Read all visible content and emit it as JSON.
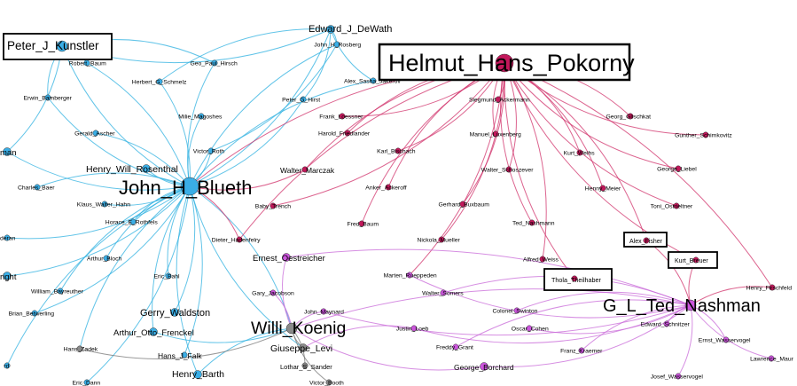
{
  "colors": {
    "blue": "#3aaee6",
    "red": "#c2185b",
    "purple": "#cc55dd",
    "gray": "#8a8a8a",
    "edge_blue": "#2eb0e0",
    "edge_red": "#d0306a",
    "edge_purple": "#c868d8",
    "edge_gray": "#777777"
  },
  "nodes": [
    {
      "id": "pjk",
      "label": "Peter_J_Kunstler",
      "group": "blue",
      "tier": "xl",
      "boxed": true
    },
    {
      "id": "rbaum",
      "label": "Robert_Baum",
      "group": "blue",
      "tier": "s"
    },
    {
      "id": "erwin",
      "label": "Erwin_Bamberger",
      "group": "blue",
      "tier": "s"
    },
    {
      "id": "gerald",
      "label": "Gerald_Ascher",
      "group": "blue",
      "tier": "s"
    },
    {
      "id": "man",
      "label": "man",
      "group": "blue",
      "tier": "m"
    },
    {
      "id": "charles",
      "label": "Charles_Baer",
      "group": "blue",
      "tier": "s"
    },
    {
      "id": "klaus",
      "label": "Klaus_Walter_Hahn",
      "group": "blue",
      "tier": "s"
    },
    {
      "id": "horace",
      "label": "Horace_E_Rothfels",
      "group": "blue",
      "tier": "s"
    },
    {
      "id": "deran",
      "label": "deran",
      "group": "blue",
      "tier": "s"
    },
    {
      "id": "arthurb",
      "label": "Arthur_Bloch",
      "group": "blue",
      "tier": "s"
    },
    {
      "id": "right",
      "label": "right",
      "group": "blue",
      "tier": "m"
    },
    {
      "id": "william",
      "label": "William_Bayreuther",
      "group": "blue",
      "tier": "s"
    },
    {
      "id": "brian",
      "label": "Brian_Betwerling",
      "group": "blue",
      "tier": "s"
    },
    {
      "id": "hanszadek",
      "label": "Hans_Zadek",
      "group": "gray",
      "tier": "s"
    },
    {
      "id": "rd",
      "label": "rd",
      "group": "blue",
      "tier": "s"
    },
    {
      "id": "eric",
      "label": "Eric_Dann",
      "group": "blue",
      "tier": "s"
    },
    {
      "id": "geopaul",
      "label": "Geo_Paul_Hirsch",
      "group": "blue",
      "tier": "s"
    },
    {
      "id": "herbert",
      "label": "Herbert_G_Schmelz",
      "group": "blue",
      "tier": "s"
    },
    {
      "id": "milie",
      "label": "Milie_Magoshes",
      "group": "blue",
      "tier": "s"
    },
    {
      "id": "victor",
      "label": "Victor_Roth",
      "group": "blue",
      "tier": "s"
    },
    {
      "id": "henry",
      "label": "Henry_Will_Rosenthal",
      "group": "blue",
      "tier": "m"
    },
    {
      "id": "jhb",
      "label": "John_H_Blueth",
      "group": "blue",
      "tier": "xxl"
    },
    {
      "id": "edward",
      "label": "Edward_J_DeWath",
      "group": "blue",
      "tier": "m"
    },
    {
      "id": "johnh",
      "label": "John_H_Rosberg",
      "group": "blue",
      "tier": "s"
    },
    {
      "id": "alex",
      "label": "Alex_Sasha_Jakerov",
      "group": "blue",
      "tier": "s"
    },
    {
      "id": "peterh",
      "label": "Peter_G_Hirst",
      "group": "blue",
      "tier": "s"
    },
    {
      "id": "frank",
      "label": "Frank_Loessner",
      "group": "red",
      "tier": "s"
    },
    {
      "id": "harold",
      "label": "Harold_Friedlander",
      "group": "red",
      "tier": "s"
    },
    {
      "id": "karl",
      "label": "Karl_Bischach",
      "group": "red",
      "tier": "s"
    },
    {
      "id": "walter",
      "label": "Walter_Marczak",
      "group": "red",
      "tier": "s"
    },
    {
      "id": "baby",
      "label": "Baby_Trench",
      "group": "red",
      "tier": "s"
    },
    {
      "id": "dieter",
      "label": "Dieter_Hadenfelry",
      "group": "red",
      "tier": "s"
    },
    {
      "id": "ernest",
      "label": "Ernest_Oestreicher",
      "group": "purple",
      "tier": "m"
    },
    {
      "id": "eric2",
      "label": "Eric_Bahl",
      "group": "blue",
      "tier": "s"
    },
    {
      "id": "gary",
      "label": "Gary_Jacobson",
      "group": "purple",
      "tier": "s"
    },
    {
      "id": "gerry",
      "label": "Gerry_Waldston",
      "group": "blue",
      "tier": "m"
    },
    {
      "id": "arthurf",
      "label": "Arthur_Otto_Frenckel",
      "group": "blue",
      "tier": "m"
    },
    {
      "id": "hansf",
      "label": "Hans_J_Falk",
      "group": "blue",
      "tier": "s"
    },
    {
      "id": "henryb",
      "label": "Henry_Barth",
      "group": "blue",
      "tier": "m"
    },
    {
      "id": "willi",
      "label": "Willi_Koenig",
      "group": "gray",
      "tier": "xl"
    },
    {
      "id": "giuseppe",
      "label": "Giuseppe_Levi",
      "group": "gray",
      "tier": "m"
    },
    {
      "id": "lothar",
      "label": "Lothar_S_Sander",
      "group": "gray",
      "tier": "s"
    },
    {
      "id": "victorb",
      "label": "Victor_Booth",
      "group": "gray",
      "tier": "s"
    },
    {
      "id": "johnm",
      "label": "John_Maynard",
      "group": "purple",
      "tier": "s"
    },
    {
      "id": "hhp",
      "label": "Helmut_Hans_Pokorny",
      "group": "red",
      "tier": "xxl",
      "boxed": true
    },
    {
      "id": "siegmund",
      "label": "Siegmund_Ackermann",
      "group": "red",
      "tier": "s"
    },
    {
      "id": "manuel",
      "label": "Manuel_Luxenberg",
      "group": "red",
      "tier": "s"
    },
    {
      "id": "walters",
      "label": "Walter_Schoszever",
      "group": "red",
      "tier": "s"
    },
    {
      "id": "anker",
      "label": "Anker_Ackeroff",
      "group": "red",
      "tier": "s"
    },
    {
      "id": "gerhard",
      "label": "Gerhard_Buxbaum",
      "group": "red",
      "tier": "s"
    },
    {
      "id": "fred",
      "label": "Fred_Baum",
      "group": "red",
      "tier": "s"
    },
    {
      "id": "nickola",
      "label": "Nickola_Mueller",
      "group": "red",
      "tier": "s"
    },
    {
      "id": "ted",
      "label": "Ted_Nashmann",
      "group": "red",
      "tier": "s"
    },
    {
      "id": "alfred",
      "label": "Alfred_Weiss",
      "group": "red",
      "tier": "s"
    },
    {
      "id": "marten",
      "label": "Marten_Rueppeden",
      "group": "purple",
      "tier": "s"
    },
    {
      "id": "thola",
      "label": "Thola_Theilhaber",
      "group": "red",
      "tier": "s",
      "boxed": true
    },
    {
      "id": "walterso",
      "label": "Walter_Somers",
      "group": "purple",
      "tier": "s"
    },
    {
      "id": "colonel",
      "label": "Colonel_Swinton",
      "group": "purple",
      "tier": "s"
    },
    {
      "id": "justin",
      "label": "Justin_Loeb",
      "group": "purple",
      "tier": "s"
    },
    {
      "id": "oscar",
      "label": "Oscar_Cohen",
      "group": "purple",
      "tier": "s"
    },
    {
      "id": "freddy",
      "label": "Freddy_Grant",
      "group": "purple",
      "tier": "s"
    },
    {
      "id": "franz",
      "label": "Franz_Kraemer",
      "group": "purple",
      "tier": "s"
    },
    {
      "id": "george",
      "label": "George_Borchard",
      "group": "purple",
      "tier": "m"
    },
    {
      "id": "georg",
      "label": "Georg_Glischkat",
      "group": "red",
      "tier": "s"
    },
    {
      "id": "gunther",
      "label": "Gunther_Schimkovitz",
      "group": "red",
      "tier": "s"
    },
    {
      "id": "kurtw",
      "label": "Kurt_Weihs",
      "group": "red",
      "tier": "s"
    },
    {
      "id": "georgel",
      "label": "George_Liebel",
      "group": "red",
      "tier": "s"
    },
    {
      "id": "hennyr",
      "label": "Henny_Meier",
      "group": "red",
      "tier": "s"
    },
    {
      "id": "toni",
      "label": "Toni_Ostrieltner",
      "group": "red",
      "tier": "s"
    },
    {
      "id": "alexf",
      "label": "Alex_Fisher",
      "group": "red",
      "tier": "s",
      "boxed": true
    },
    {
      "id": "kurtb",
      "label": "Kurt_Breuer",
      "group": "red",
      "tier": "s",
      "boxed": true
    },
    {
      "id": "henryf",
      "label": "Henry_Firschfeld",
      "group": "red",
      "tier": "s"
    },
    {
      "id": "gltn",
      "label": "G_L_Ted_Nashman",
      "group": "purple",
      "tier": "xl"
    },
    {
      "id": "edwards",
      "label": "Edward_Schnitzer",
      "group": "purple",
      "tier": "s"
    },
    {
      "id": "ernst",
      "label": "Ernst_Wasservogel",
      "group": "purple",
      "tier": "s"
    },
    {
      "id": "lawrence",
      "label": "Lawrence_Maur",
      "group": "purple",
      "tier": "s"
    },
    {
      "id": "josef",
      "label": "Josef_Wasservogel",
      "group": "purple",
      "tier": "s"
    }
  ],
  "edges": [
    [
      "jhb",
      "pjk"
    ],
    [
      "jhb",
      "rbaum"
    ],
    [
      "jhb",
      "erwin"
    ],
    [
      "jhb",
      "gerald"
    ],
    [
      "jhb",
      "man"
    ],
    [
      "jhb",
      "charles"
    ],
    [
      "jhb",
      "klaus"
    ],
    [
      "jhb",
      "horace"
    ],
    [
      "jhb",
      "deran"
    ],
    [
      "jhb",
      "arthurb"
    ],
    [
      "jhb",
      "right"
    ],
    [
      "jhb",
      "william"
    ],
    [
      "jhb",
      "brian"
    ],
    [
      "jhb",
      "herbert"
    ],
    [
      "jhb",
      "milie"
    ],
    [
      "jhb",
      "victor"
    ],
    [
      "jhb",
      "henry"
    ],
    [
      "jhb",
      "edward"
    ],
    [
      "jhb",
      "johnh"
    ],
    [
      "jhb",
      "peterh"
    ],
    [
      "jhb",
      "geopaul"
    ],
    [
      "jhb",
      "eric2"
    ],
    [
      "jhb",
      "gerry"
    ],
    [
      "jhb",
      "arthurf"
    ],
    [
      "jhb",
      "hansf"
    ],
    [
      "jhb",
      "henryb"
    ],
    [
      "jhb",
      "willi"
    ],
    [
      "jhb",
      "giuseppe"
    ],
    [
      "jhb",
      "dieter"
    ],
    [
      "jhb",
      "walter"
    ],
    [
      "jhb",
      "alex"
    ],
    [
      "jhb",
      "rd"
    ],
    [
      "jhb",
      "eric"
    ],
    [
      "jhb",
      "hanszadek"
    ],
    [
      "pjk",
      "rbaum"
    ],
    [
      "pjk",
      "erwin"
    ],
    [
      "pjk",
      "man"
    ],
    [
      "pjk",
      "edward"
    ],
    [
      "edward",
      "johnh"
    ],
    [
      "edward",
      "alex"
    ],
    [
      "edward",
      "peterh"
    ],
    [
      "edward",
      "herbert"
    ],
    [
      "johnh",
      "victor"
    ],
    [
      "geopaul",
      "pjk"
    ],
    [
      "hhp",
      "siegmund"
    ],
    [
      "hhp",
      "manuel"
    ],
    [
      "hhp",
      "walters"
    ],
    [
      "hhp",
      "anker"
    ],
    [
      "hhp",
      "gerhard"
    ],
    [
      "hhp",
      "fred"
    ],
    [
      "hhp",
      "nickola"
    ],
    [
      "hhp",
      "ted"
    ],
    [
      "hhp",
      "alfred"
    ],
    [
      "hhp",
      "thola"
    ],
    [
      "hhp",
      "frank"
    ],
    [
      "hhp",
      "harold"
    ],
    [
      "hhp",
      "karl"
    ],
    [
      "hhp",
      "walter"
    ],
    [
      "hhp",
      "baby"
    ],
    [
      "hhp",
      "jhb"
    ],
    [
      "hhp",
      "georg"
    ],
    [
      "hhp",
      "gunther"
    ],
    [
      "hhp",
      "kurtw"
    ],
    [
      "hhp",
      "georgel"
    ],
    [
      "hhp",
      "hennyr"
    ],
    [
      "hhp",
      "toni"
    ],
    [
      "hhp",
      "alexf"
    ],
    [
      "hhp",
      "kurtb"
    ],
    [
      "hhp",
      "henryf"
    ],
    [
      "hhp",
      "dieter"
    ],
    [
      "hhp",
      "marten"
    ],
    [
      "gltn",
      "edwards"
    ],
    [
      "gltn",
      "ernst"
    ],
    [
      "gltn",
      "lawrence"
    ],
    [
      "gltn",
      "josef"
    ],
    [
      "gltn",
      "franz"
    ],
    [
      "gltn",
      "oscar"
    ],
    [
      "gltn",
      "colonel"
    ],
    [
      "gltn",
      "justin"
    ],
    [
      "gltn",
      "freddy"
    ],
    [
      "gltn",
      "george"
    ],
    [
      "gltn",
      "walterso"
    ],
    [
      "gltn",
      "henryf"
    ],
    [
      "gltn",
      "alexf"
    ],
    [
      "gltn",
      "kurtb"
    ],
    [
      "gltn",
      "ernest"
    ],
    [
      "gltn",
      "johnm"
    ],
    [
      "gltn",
      "willi"
    ],
    [
      "gltn",
      "marten"
    ],
    [
      "willi",
      "giuseppe"
    ],
    [
      "willi",
      "lothar"
    ],
    [
      "willi",
      "victorb"
    ],
    [
      "willi",
      "johnm"
    ],
    [
      "willi",
      "gary"
    ],
    [
      "willi",
      "ernest"
    ],
    [
      "willi",
      "henryb"
    ],
    [
      "willi",
      "arthurf"
    ],
    [
      "willi",
      "george"
    ],
    [
      "giuseppe",
      "justin"
    ],
    [
      "hanszadek",
      "willi"
    ]
  ]
}
